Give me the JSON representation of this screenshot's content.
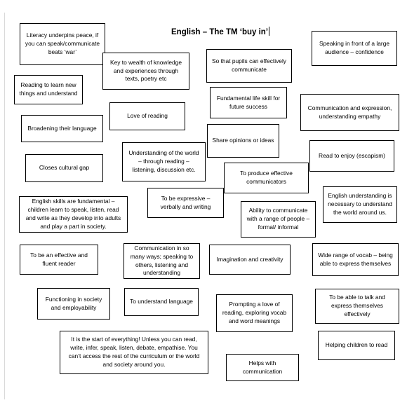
{
  "title": "English – The TM ‘buy in’",
  "boxes": [
    "Literacy underpins peace, if you can speak/communicate beats ‘war’",
    "Key to wealth of knowledge and experiences through texts, poetry etc",
    "So that pupils can effectively communicate",
    "Speaking in front of a large audience – confidence",
    "Reading to learn new things and understand",
    "Fundamental life skill for future success",
    "Love of reading",
    "Communication and expression, understanding empathy",
    "Broadening their language",
    "Share opinions or ideas",
    "Understanding of the world – through reading – listening, discussion etc.",
    "Read to enjoy (escapism)",
    "Closes cultural gap",
    "To produce effective communicators",
    "To be expressive – verbally and writing",
    "English understanding is necessary to understand the world around us.",
    "English skills are fundamental – children learn to speak, listen, read and write as they develop into adults and play a part in society.",
    "Ability to communicate with a range of people – formal/ informal",
    "To be an effective and fluent reader",
    "Communication in so many ways; speaking to others, listening and understanding",
    "Imagination and creativity",
    "Wide range of vocab – being able to express themselves",
    "Functioning in society and employability",
    "To understand language",
    "Prompting a love of reading, exploring vocab and word meanings",
    "To be able to talk and express themselves effectively",
    "It is the start of everything! Unless you can read, write, infer, speak, listen, debate, empathise. You can’t access the rest of the curriculum or the world and society around you.",
    "Helping children to read",
    "Helps with communication"
  ]
}
